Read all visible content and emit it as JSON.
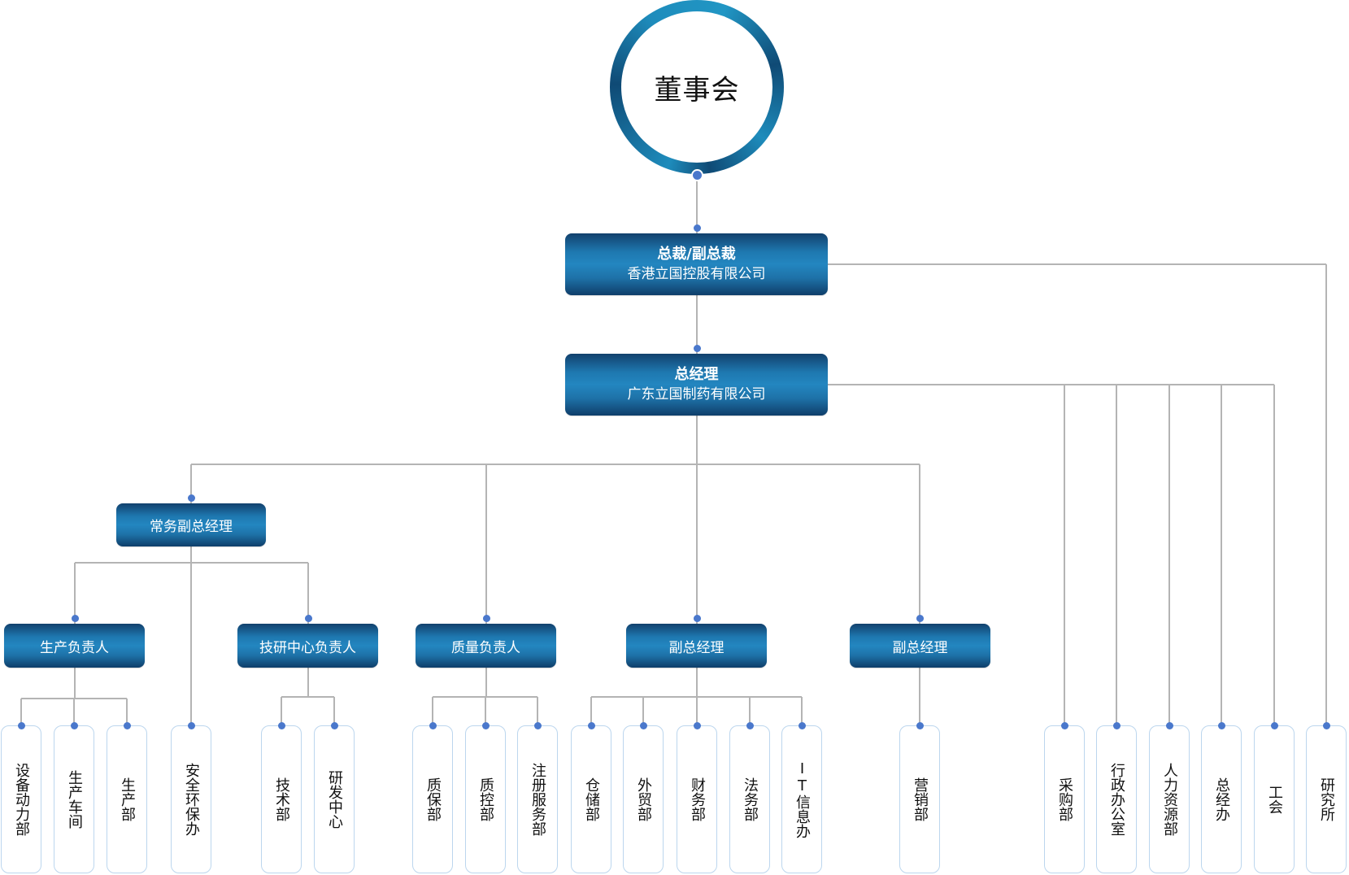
{
  "board": {
    "label": "董事会"
  },
  "president": {
    "title": "总裁/副总裁",
    "company": "香港立国控股有限公司"
  },
  "general_manager": {
    "title": "总经理",
    "company": "广东立国制药有限公司"
  },
  "executive_vp": {
    "label": "常务副总经理"
  },
  "managers": [
    {
      "label": "生产负责人"
    },
    {
      "label": "技研中心负责人"
    },
    {
      "label": "质量负责人"
    },
    {
      "label": "副总经理"
    },
    {
      "label": "副总经理"
    }
  ],
  "departments": [
    {
      "label": "设备动力部",
      "parent": "生产负责人"
    },
    {
      "label": "生产车间",
      "parent": "生产负责人"
    },
    {
      "label": "生产部",
      "parent": "生产负责人"
    },
    {
      "label": "安全环保办",
      "parent": "常务副总经理"
    },
    {
      "label": "技术部",
      "parent": "技研中心负责人"
    },
    {
      "label": "研发中心",
      "parent": "技研中心负责人"
    },
    {
      "label": "质保部",
      "parent": "质量负责人"
    },
    {
      "label": "质控部",
      "parent": "质量负责人"
    },
    {
      "label": "注册服务部",
      "parent": "质量负责人"
    },
    {
      "label": "仓储部",
      "parent": "副总经理"
    },
    {
      "label": "外贸部",
      "parent": "副总经理"
    },
    {
      "label": "财务部",
      "parent": "副总经理"
    },
    {
      "label": "法务部",
      "parent": "副总经理"
    },
    {
      "label": "IT信息办",
      "parent": "副总经理"
    },
    {
      "label": "营销部",
      "parent": "副总经理"
    },
    {
      "label": "采购部",
      "parent": "总经理"
    },
    {
      "label": "行政办公室",
      "parent": "总经理"
    },
    {
      "label": "人力资源部",
      "parent": "总经理"
    },
    {
      "label": "总经办",
      "parent": "总经理"
    },
    {
      "label": "工会",
      "parent": "总经理"
    },
    {
      "label": "研究所",
      "parent": "总裁/副总裁"
    }
  ],
  "colors": {
    "node_dark": "#0f3e6a",
    "node_light": "#2386c0",
    "connector": "#b4b4b4",
    "dot": "#4a78cc",
    "leaf_border": "#bcd6ee"
  }
}
